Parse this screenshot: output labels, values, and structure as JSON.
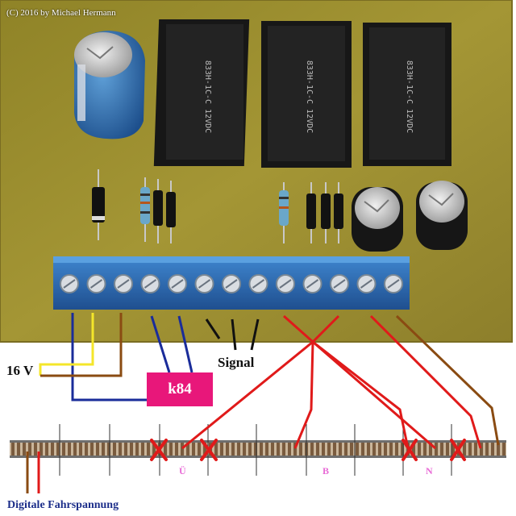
{
  "copyright": "(C) 2016 by Michael Hermann",
  "labels": {
    "voltage": "16 V",
    "signal": "Signal",
    "module": "k84",
    "section_u": "Ü",
    "section_b": "B",
    "section_n": "N",
    "track_power": "Digitale Fahrspannung"
  },
  "relays": [
    {
      "text": "833H-1C-C  12VDC"
    },
    {
      "text": "833H-1C-C  12VDC"
    },
    {
      "text": "833H-1C-C  12VDC"
    }
  ],
  "colors": {
    "pcb": "#9a8b2f",
    "terminal": "#2f6fb8",
    "relay": "#151515",
    "wire_blue": "#1a2c9a",
    "wire_yellow": "#f4e62a",
    "wire_brown": "#8a4b12",
    "wire_red": "#e01a1a",
    "module_box": "#e8177a"
  }
}
